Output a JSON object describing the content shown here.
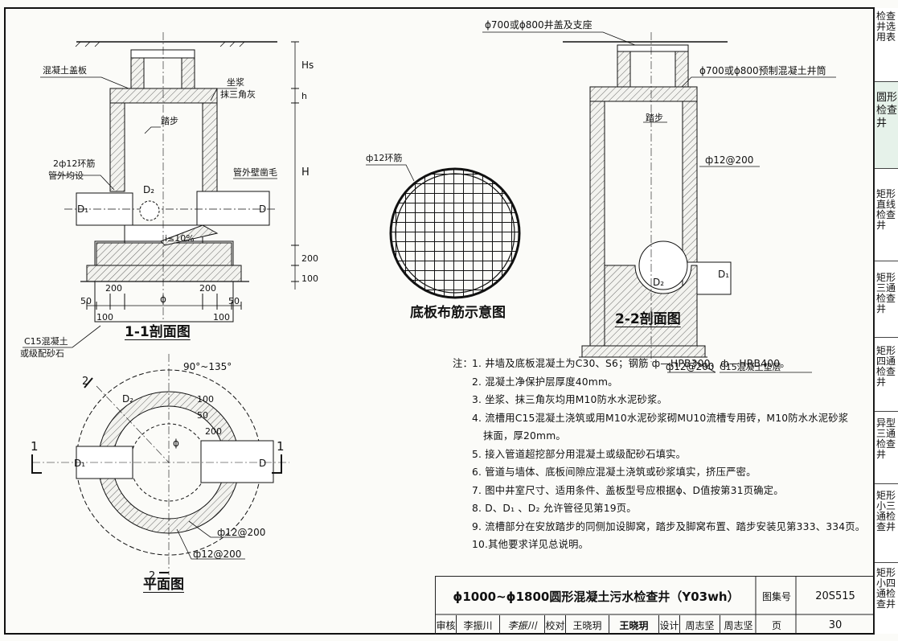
{
  "drawing_title": "ϕ1000~ϕ1800圆形混凝土污水检查井（Y03wh）",
  "views": {
    "section11": {
      "caption": "1-1剖面图",
      "labels": {
        "cover_slab": "混凝土盖板",
        "mortar": "坐浆",
        "fillet": "抹三角灰",
        "step": "踏步",
        "ring_bar": "2ф12环筋",
        "pipe_wrap": "管外均设",
        "rough": "管外壁凿毛",
        "c15": "C15混凝土",
        "sand": "或级配砂石",
        "slope": "i≤10%"
      },
      "dims": {
        "hs": "Hs",
        "h": "h",
        "H": "H",
        "d200": "200",
        "d100": "100",
        "w200a": "200",
        "w200b": "200",
        "w50a": "50",
        "w50b": "50",
        "w100a": "100",
        "w100b": "100",
        "phi": "ϕ",
        "D": "D",
        "D1": "D₁",
        "D2": "D₂"
      }
    },
    "section22": {
      "caption": "2-2剖面图",
      "labels": {
        "cover": "ϕ700或ϕ800井盖及支座",
        "shaft": "ϕ700或ϕ800预制混凝土井筒",
        "step": "踏步",
        "rebar": "ф12@200",
        "bottom_rebar": "ф12@200",
        "cushion": "C15混凝土垫层",
        "D1": "D₁",
        "D2": "D₂"
      }
    },
    "base": {
      "caption": "底板布筋示意图",
      "ring": "ф12环筋"
    },
    "plan": {
      "caption": "平面图",
      "labels": {
        "angle": "90°~135°",
        "rebar1": "ф12@200",
        "rebar2": "ф12@200",
        "sec1": "1",
        "sec2": "2",
        "phi": "ϕ",
        "D": "D",
        "D1": "D₁",
        "D2": "D₂",
        "t100": "100",
        "t50": "50",
        "t200": "200"
      }
    }
  },
  "notes": {
    "prefix": "注：",
    "items": [
      "1. 井墙及底板混凝土为C30、S6；钢筋 ф—HPB300、ф—HRB400。",
      "2. 混凝土净保护层厚度40mm。",
      "3. 坐浆、抹三角灰均用M10防水水泥砂浆。",
      "4. 流槽用C15混凝土浇筑或用M10水泥砂浆砌MU10流槽专用砖，M10防水水泥砂浆",
      "抹面，厚20mm。",
      "5. 接入管道超挖部分用混凝土或级配砂石填实。",
      "6. 管道与墙体、底板间隙应混凝土浇筑或砂浆填实，挤压严密。",
      "7. 图中井室尺寸、适用条件、盖板型号应根据ϕ、D值按第31页确定。",
      "8. D、D₁ 、D₂ 允许管径见第19页。",
      "9. 流槽部分在安放踏步的同侧加设脚窝，踏步及脚窝布置、踏步安装见第333、334页。",
      "10.其他要求详见总说明。"
    ]
  },
  "title_block": {
    "atlas_label": "图集号",
    "atlas_no": "20S515",
    "page_label": "页",
    "page_no": "30",
    "review_label": "审核",
    "reviewer": "李振川",
    "review_sig": "李振川",
    "check_label": "校对",
    "checker": "王晓玥",
    "check_sig": "王晓玥",
    "design_label": "设计",
    "designer": "周志坚",
    "design_sig": "周志坚"
  },
  "sidebar": [
    {
      "text": "检查井选用表",
      "active": false
    },
    {
      "text": "圆形检查井",
      "active": true
    },
    {
      "text": "矩形直线检查井",
      "active": false
    },
    {
      "text": "矩形三通检查井",
      "active": false
    },
    {
      "text": "矩形四通检查井",
      "active": false
    },
    {
      "text": "异型三通检查井",
      "active": false
    },
    {
      "text": "矩形小三通检查井",
      "active": false
    },
    {
      "text": "矩形小四通检查井",
      "active": false
    }
  ]
}
